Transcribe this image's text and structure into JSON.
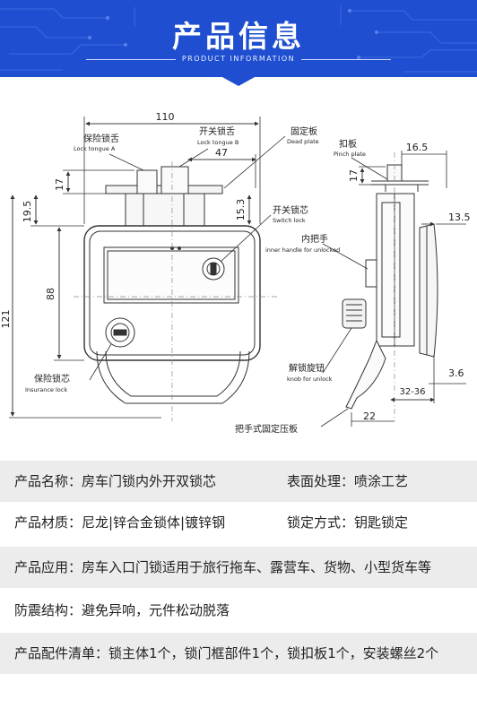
{
  "header": {
    "title": "产品信息",
    "subtitle": "PRODUCT INFORMATION"
  },
  "drawing": {
    "dim_110": "110",
    "dim_47": "47",
    "dim_17_left": "17",
    "dim_19_5": "19.5",
    "dim_15_3": "15.3",
    "dim_88": "88",
    "dim_121": "121",
    "dim_16_5": "16.5",
    "dim_17_right": "17",
    "dim_13_5": "13.5",
    "dim_3_6": "3.6",
    "dim_32_36": "32-36",
    "dim_22": "22",
    "lock_tongue_a_cn": "保险锁舌",
    "lock_tongue_a_en": "Lock tongue A",
    "lock_tongue_b_cn": "开关锁舌",
    "lock_tongue_b_en": "Lock tongue B",
    "dead_plate_cn": "固定板",
    "dead_plate_en": "Dead plate",
    "pinch_plate_cn": "扣板",
    "pinch_plate_en": "Pinch plate",
    "switch_lock_cn": "开关锁芯",
    "switch_lock_en": "Switch lock",
    "inner_handle_cn": "内把手",
    "inner_handle_en": "inner handle for unlocked",
    "insurance_lock_cn": "保险锁芯",
    "insurance_lock_en": "Insurance lock",
    "knob_cn": "解锁旋钮",
    "knob_en": "knob for unlock",
    "press_plate_cn": "把手式固定压板"
  },
  "specs": [
    {
      "label1": "产品名称：",
      "value1": "房车门锁内外开双锁芯",
      "label2": "表面处理：",
      "value2": "喷涂工艺"
    },
    {
      "label1": "产品材质：",
      "value1": "尼龙|锌合金锁体|镀锌钢",
      "label2": "锁定方式：",
      "value2": "钥匙锁定"
    },
    {
      "label1": "产品应用：",
      "value1": "房车入口门锁适用于旅行拖车、露营车、货物、小型货车等"
    },
    {
      "label1": "防震结构：",
      "value1": "避免异响，元件松动脱落"
    },
    {
      "label1": "产品配件清单：",
      "value1": "锁主体1个，锁门框部件1个，锁扣板1个，安装螺丝2个"
    }
  ],
  "colors": {
    "header_blue": "#1f4fd0",
    "row_shade": "#ececec"
  }
}
